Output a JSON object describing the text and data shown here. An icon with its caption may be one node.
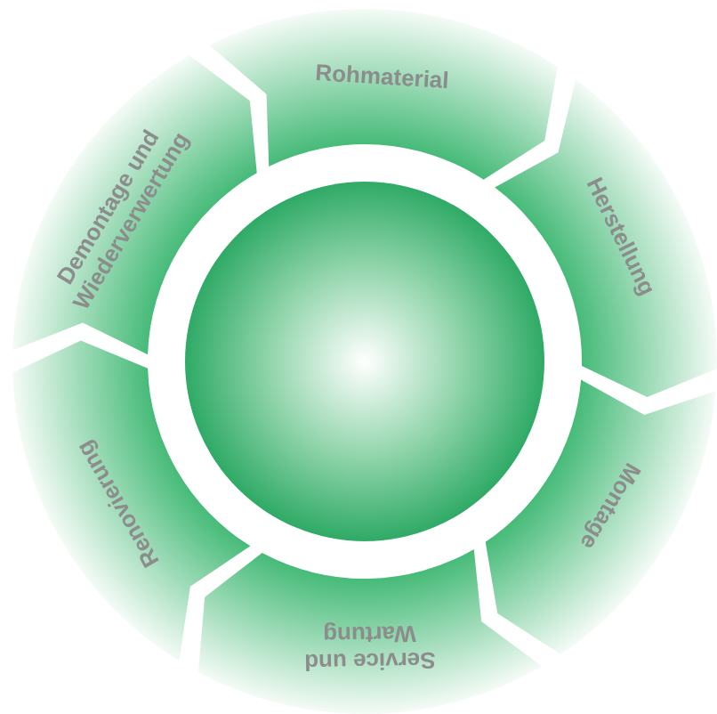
{
  "diagram": {
    "nodes": [
      {
        "text": [
          "Rohmaterial"
        ]
      },
      {
        "text": [
          "Herstellung"
        ]
      },
      {
        "text": [
          "Montage"
        ]
      },
      {
        "text": [
          "Service und Wartung"
        ]
      },
      {
        "text": [
          "Renovierung"
        ]
      },
      {
        "text": [
          "Demontage und Wiederverwertung"
        ]
      },
      {
        "text": [],
        "shape": "circle"
      }
    ]
  }
}
